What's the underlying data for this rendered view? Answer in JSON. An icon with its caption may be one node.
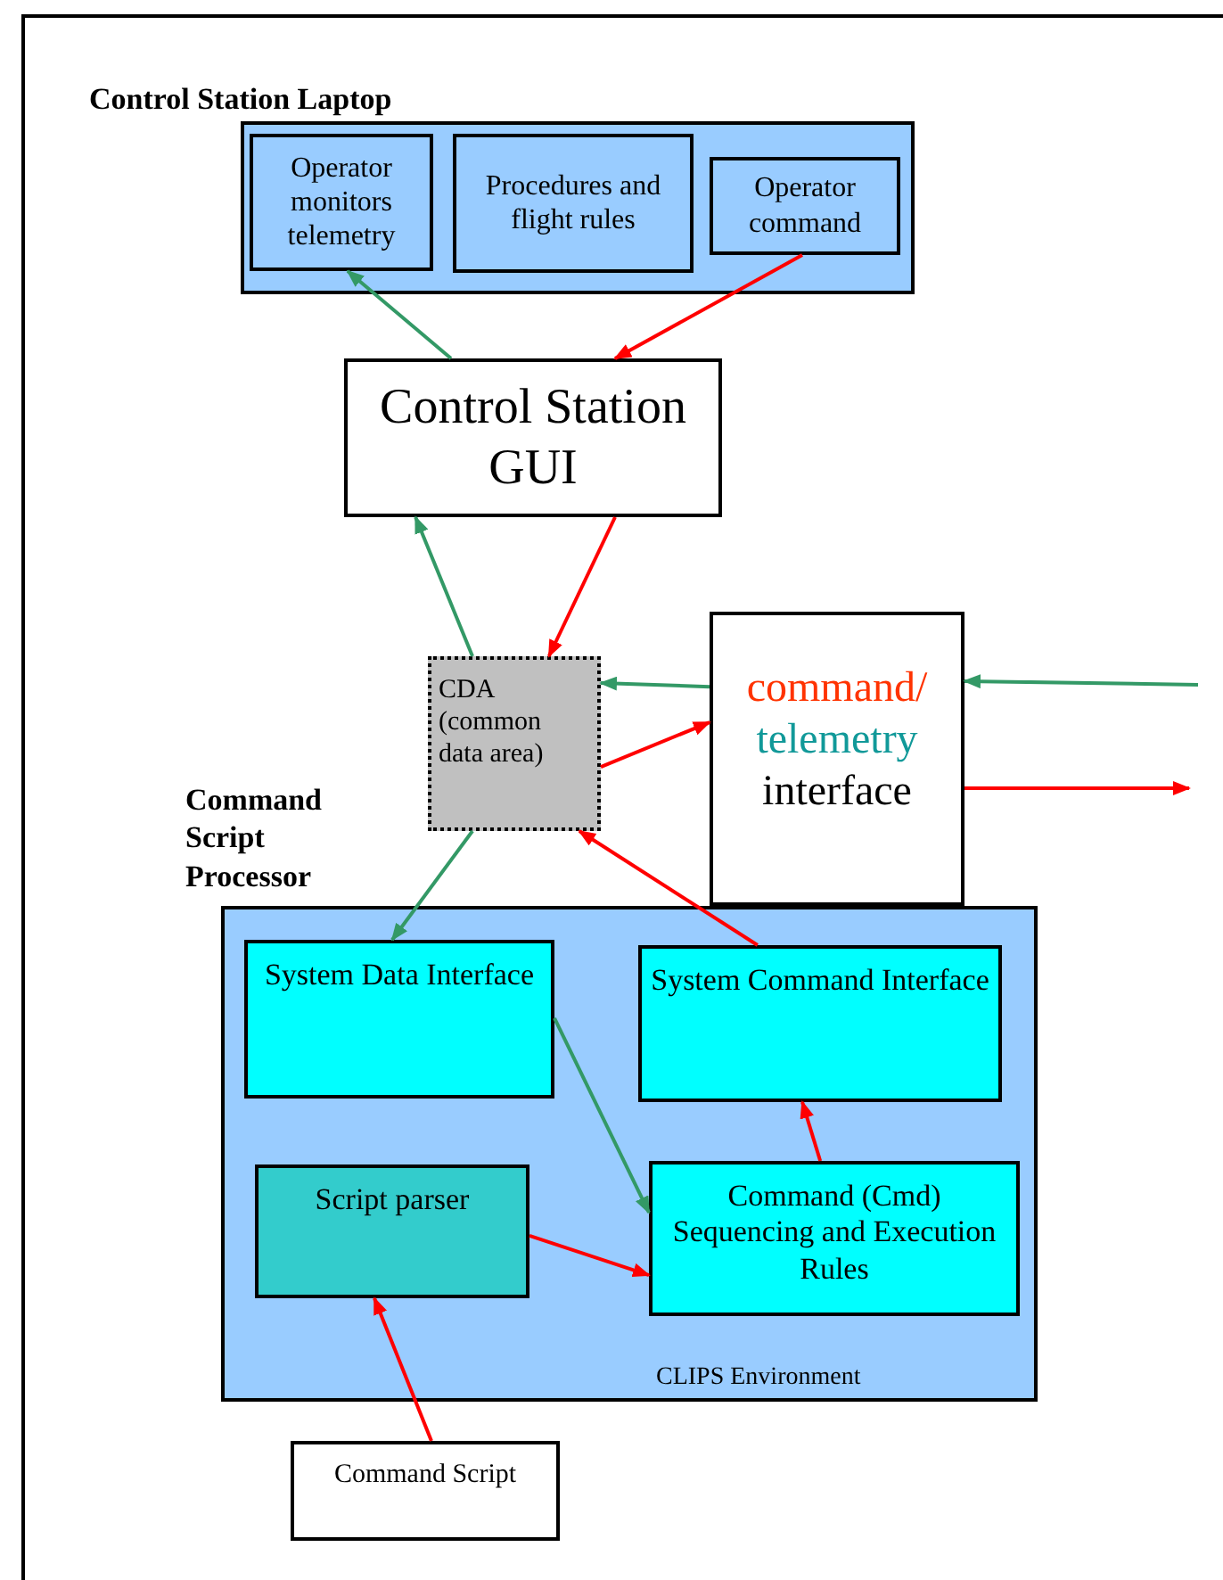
{
  "diagram": {
    "nodes": [
      {
        "text": [
          "Control Station Laptop"
        ]
      },
      {
        "text": [
          "Operator monitors telemetry"
        ],
        "in": 0
      },
      {
        "text": [
          "Procedures and flight rules"
        ],
        "in": 0
      },
      {
        "text": [
          "Operator command"
        ],
        "in": 0
      },
      {
        "text": [
          "Control Station GUI"
        ]
      },
      {
        "text": [
          "CDA (common data area)"
        ]
      },
      {
        "text": [
          "command/",
          "telemetry",
          "interface"
        ]
      },
      {
        "text": [
          "Command Script Processor",
          "CLIPS Environment"
        ]
      },
      {
        "text": [
          "System Data Interface"
        ],
        "in": 7
      },
      {
        "text": [
          "System Command Interface"
        ],
        "in": 7
      },
      {
        "text": [
          "Script parser"
        ],
        "in": 7
      },
      {
        "text": [
          "Command (Cmd) Sequencing and Execution Rules"
        ],
        "in": 7
      },
      {
        "text": [
          "Command Script"
        ]
      }
    ],
    "edges": [
      {
        "from": 4,
        "to": 1,
        "arrow": "to",
        "color": "#339966"
      },
      {
        "from": 3,
        "to": 4,
        "arrow": "to"
      },
      {
        "from": 5,
        "to": 4,
        "arrow": "to",
        "color": "#339966"
      },
      {
        "from": 4,
        "to": 5,
        "arrow": "to"
      },
      {
        "from": 6,
        "to": 5,
        "arrow": "to",
        "color": "#339966"
      },
      {
        "from": 5,
        "to": 6,
        "arrow": "to"
      },
      {
        "from": null,
        "to": 6,
        "arrow": "to",
        "color": "#339966"
      },
      {
        "from": 6,
        "to": null,
        "arrow": "to"
      },
      {
        "from": 5,
        "to": 8,
        "arrow": "to",
        "color": "#339966"
      },
      {
        "from": 9,
        "to": 5,
        "arrow": "to"
      },
      {
        "from": 8,
        "to": 11,
        "arrow": "to",
        "color": "#339966"
      },
      {
        "from": 11,
        "to": 9,
        "arrow": "to"
      },
      {
        "from": 10,
        "to": 11,
        "arrow": "to"
      },
      {
        "from": 12,
        "to": 10,
        "arrow": "to"
      }
    ]
  }
}
